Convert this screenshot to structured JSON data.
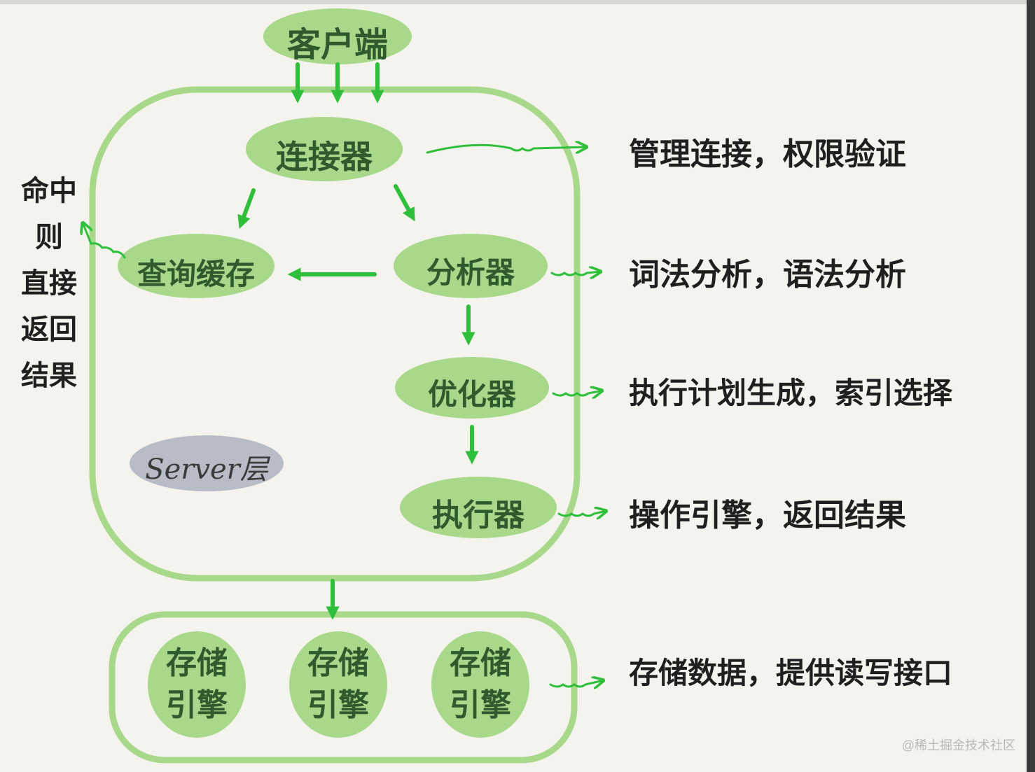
{
  "nodes": {
    "client": "客户端",
    "connector": "连接器",
    "query_cache": "查询缓存",
    "analyzer": "分析器",
    "optimizer": "优化器",
    "executor": "执行器",
    "storage_engine": "存储\n引擎"
  },
  "server_layer_label": "Server层",
  "annotations": {
    "connector": "管理连接，权限验证",
    "analyzer": "词法分析，语法分析",
    "optimizer": "执行计划生成，索引选择",
    "executor": "操作引擎，返回结果",
    "storage": "存储数据，提供读写接口"
  },
  "cache_hit_note": "命中\n则\n直接\n返回\n结果",
  "watermark": "@稀土掘金技术社区",
  "colors": {
    "node_fill": "#a8d88a",
    "box_stroke": "#a8d88a",
    "arrow": "#2fbf3a",
    "server_badge": "#b8bcc6"
  }
}
